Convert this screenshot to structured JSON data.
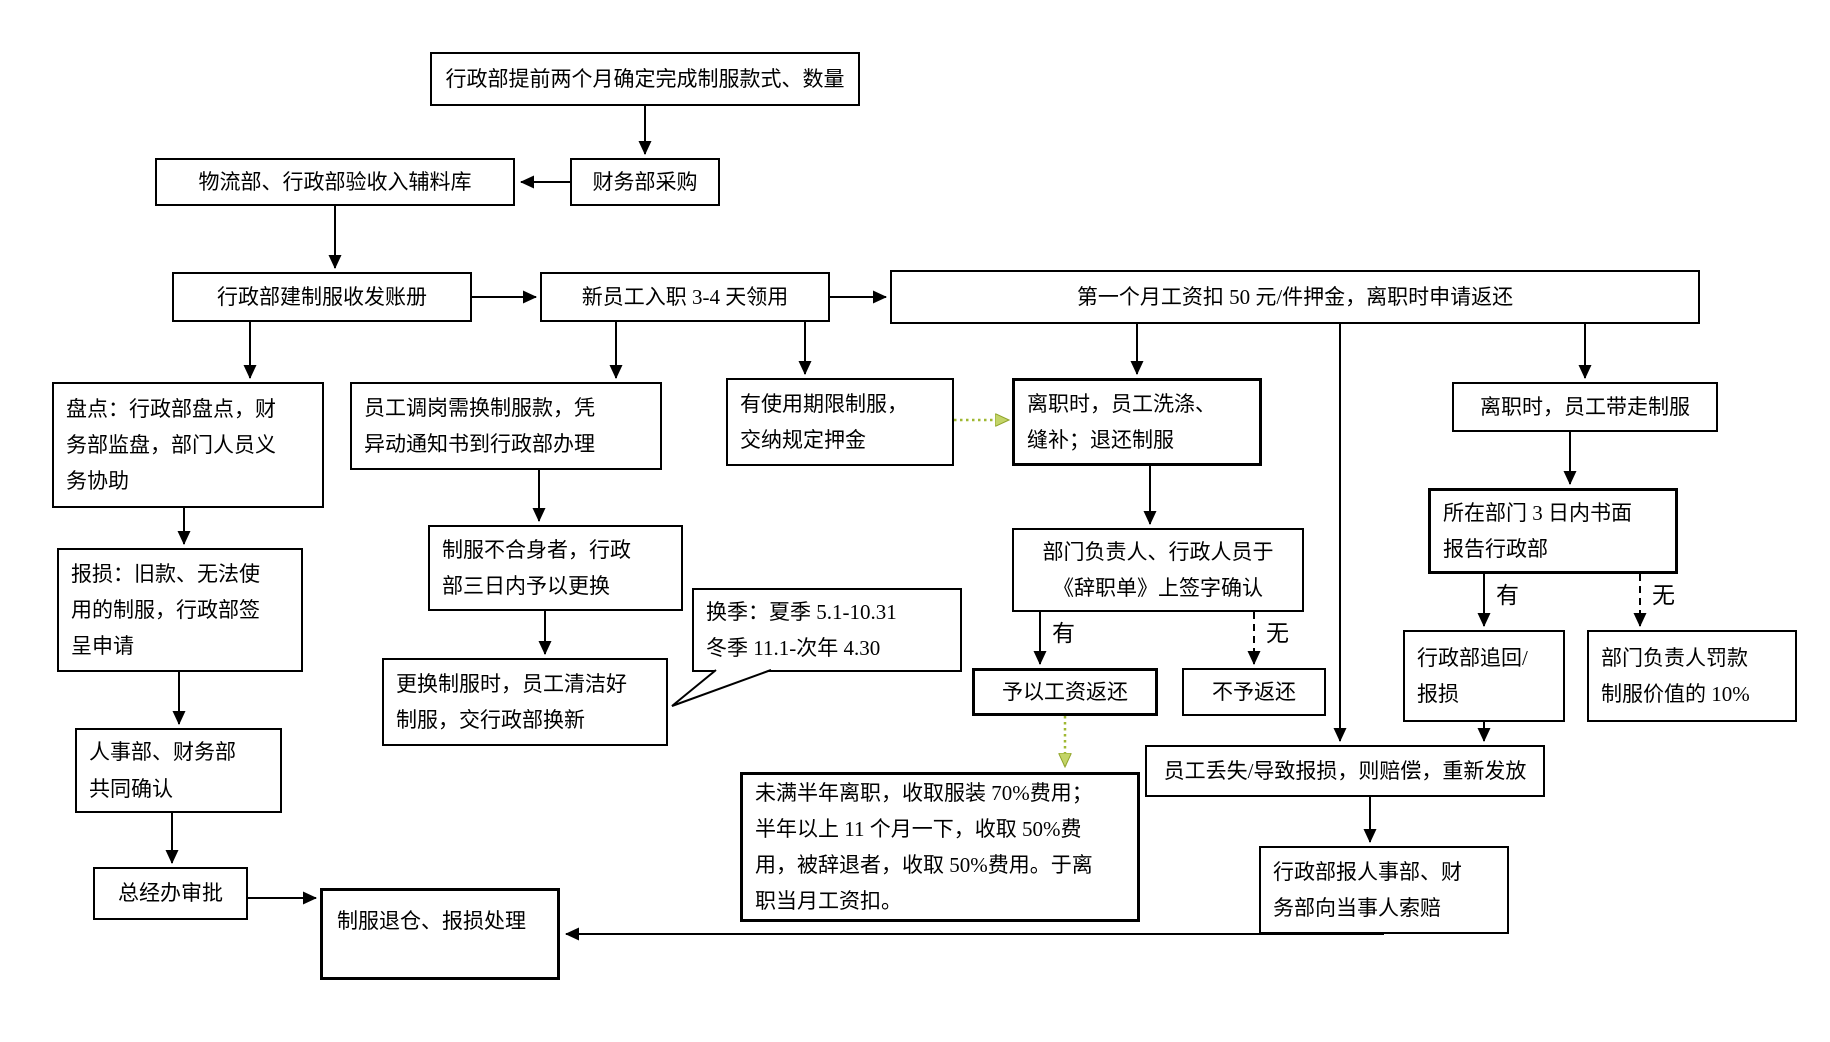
{
  "diagram": {
    "type": "flowchart",
    "language": "zh-CN",
    "topic": "uniform-management-process",
    "colors": {
      "line": "#000000",
      "box_border": "#000000",
      "background": "#ffffff",
      "green_arrow": "#9fb832",
      "green_arrowhead_fill": "#c3d468"
    },
    "branch_labels": {
      "yes": "有",
      "no": "无"
    },
    "nodes": {
      "a": {
        "text": "行政部提前两个月确定完成制服款式、数量"
      },
      "b": {
        "text": "财务部采购"
      },
      "c": {
        "text": "物流部、行政部验收入辅料库"
      },
      "d": {
        "text": "行政部建制服收发账册"
      },
      "e": {
        "text": "新员工入职 3-4 天领用"
      },
      "f": {
        "text": "第一个月工资扣 50 元/件押金，离职时申请返还"
      },
      "g": {
        "text": "盘点：行政部盘点，财\n务部监盘，部门人员义\n务协助"
      },
      "h": {
        "text": "员工调岗需换制服款，凭\n异动通知书到行政部办理"
      },
      "i": {
        "text": "有使用期限制服，\n交纳规定押金"
      },
      "j": {
        "text": "离职时，员工洗涤、\n缝补；退还制服"
      },
      "k": {
        "text": "离职时，员工带走制服"
      },
      "g2": {
        "text": "报损：旧款、无法使\n用的制服，行政部签\n呈申请"
      },
      "l": {
        "text": "制服不合身者，行政\n部三日内予以更换"
      },
      "m": {
        "text": "部门负责人、行政人员于\n《辞职单》上签字确认"
      },
      "n": {
        "text": "所在部门 3 日内书面\n报告行政部"
      },
      "o": {
        "text": "换季：夏季 5.1-10.31\n冬季 11.1-次年 4.30"
      },
      "p": {
        "text": "更换制服时，员工清洁好\n制服，交行政部换新"
      },
      "q": {
        "text": "予以工资返还"
      },
      "r": {
        "text": "不予返还"
      },
      "s": {
        "text": "行政部追回/\n报损"
      },
      "t": {
        "text": "部门负责人罚款\n制服价值的 10%"
      },
      "g3": {
        "text": "人事部、财务部\n共同确认"
      },
      "u": {
        "text": "员工丢失/导致报损，则赔偿，重新发放"
      },
      "v": {
        "text": "未满半年离职，收取服装 70%费用；\n半年以上 11 个月一下，收取 50%费\n用，被辞退者，收取 50%费用。于离\n职当月工资扣。"
      },
      "w": {
        "text": "行政部报人事部、财\n务部向当事人索赔"
      },
      "x": {
        "text": "总经办审批"
      },
      "y": {
        "text": "制服退仓、报损处理"
      }
    }
  }
}
